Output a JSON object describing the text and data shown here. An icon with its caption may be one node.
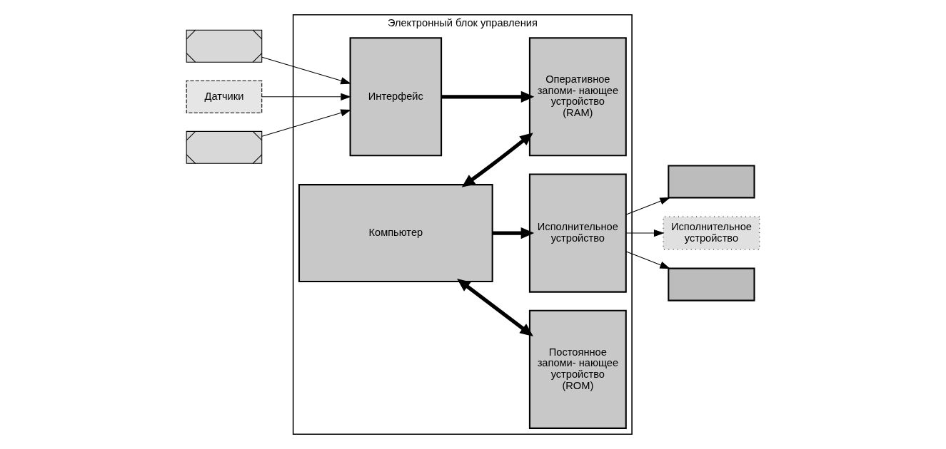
{
  "diagram": {
    "nodes": [
      {
        "text": [
          "Электронный блок управления"
        ]
      },
      {
        "text": [],
        "shape": "box"
      },
      {
        "text": [
          "Датчики"
        ]
      },
      {
        "text": [],
        "shape": "box"
      },
      {
        "text": [
          "Интерфейс"
        ],
        "in": 0
      },
      {
        "text": [
          "Компьютер"
        ],
        "in": 0
      },
      {
        "text": [
          "Оперативное запоми- нающее устройство (RAM)"
        ],
        "in": 0
      },
      {
        "text": [
          "Постоянное запоми- нающее устройство (ROM)"
        ],
        "in": 0
      },
      {
        "text": [
          "Исполнительное устройство"
        ],
        "in": 0
      },
      {
        "text": [],
        "shape": "box"
      },
      {
        "text": [
          "Исполнительное устройство"
        ]
      },
      {
        "text": [],
        "shape": "box"
      }
    ],
    "edges": [
      {
        "from": 1,
        "to": 4,
        "arrow": "to"
      },
      {
        "from": 2,
        "to": 4,
        "arrow": "to"
      },
      {
        "from": 3,
        "to": 4,
        "arrow": "to"
      },
      {
        "from": 4,
        "to": 6,
        "arrow": "to",
        "style": "thick"
      },
      {
        "from": 5,
        "to": 6,
        "arrow": "both",
        "style": "thick"
      },
      {
        "from": 5,
        "to": 7,
        "arrow": "both",
        "style": "thick"
      },
      {
        "from": 5,
        "to": 8,
        "arrow": "to",
        "style": "thick"
      },
      {
        "from": 8,
        "to": 9,
        "arrow": "to"
      },
      {
        "from": 8,
        "to": 10,
        "arrow": "to"
      },
      {
        "from": 8,
        "to": 11,
        "arrow": "to"
      }
    ]
  }
}
